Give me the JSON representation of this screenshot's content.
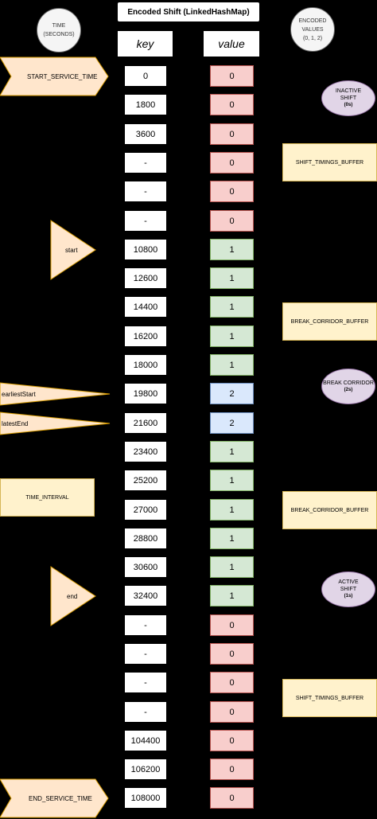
{
  "title": "Encoded Shift (LinkedHashMap)",
  "headers": {
    "key": "key",
    "value": "value"
  },
  "time_legend": "TIME (SECONDS)",
  "encoded_legend": {
    "line1": "ENCODED",
    "line2": "VALUES",
    "line3": "(0, 1, 2)"
  },
  "rows": [
    {
      "key": "0",
      "value": "0"
    },
    {
      "key": "1800",
      "value": "0"
    },
    {
      "key": "3600",
      "value": "0"
    },
    {
      "key": "-",
      "value": "0"
    },
    {
      "key": "-",
      "value": "0"
    },
    {
      "key": "-",
      "value": "0"
    },
    {
      "key": "10800",
      "value": "1"
    },
    {
      "key": "12600",
      "value": "1"
    },
    {
      "key": "14400",
      "value": "1"
    },
    {
      "key": "16200",
      "value": "1"
    },
    {
      "key": "18000",
      "value": "1"
    },
    {
      "key": "19800",
      "value": "2"
    },
    {
      "key": "21600",
      "value": "2"
    },
    {
      "key": "23400",
      "value": "1"
    },
    {
      "key": "25200",
      "value": "1"
    },
    {
      "key": "27000",
      "value": "1"
    },
    {
      "key": "28800",
      "value": "1"
    },
    {
      "key": "30600",
      "value": "1"
    },
    {
      "key": "32400",
      "value": "1"
    },
    {
      "key": "-",
      "value": "0"
    },
    {
      "key": "-",
      "value": "0"
    },
    {
      "key": "-",
      "value": "0"
    },
    {
      "key": "-",
      "value": "0"
    },
    {
      "key": "104400",
      "value": "0"
    },
    {
      "key": "106200",
      "value": "0"
    },
    {
      "key": "108000",
      "value": "0"
    }
  ],
  "left_labels": {
    "start_service_time": "START_SERVICE_TIME",
    "start": "start",
    "earliest_start": "earliestStart",
    "latest_end": "latestEnd",
    "time_interval": "TIME_INTERVAL",
    "end": "end",
    "end_service_time": "END_SERVICE_TIME"
  },
  "buffers": {
    "shift_timings_top": "SHIFT_TIMINGS_BUFFER",
    "break_corridor_1": "BREAK_CORRIDOR_BUFFER",
    "break_corridor_2": "BREAK_CORRIDOR_BUFFER",
    "shift_timings_bottom": "SHIFT_TIMINGS_BUFFER"
  },
  "shift_types": {
    "inactive": {
      "line1": "INACTIVE",
      "line2": "SHIFT",
      "code": "(0s)"
    },
    "break": {
      "line1": "BREAK CORRIDOR",
      "code": "(2s)"
    },
    "active": {
      "line1": "ACTIVE",
      "line2": "SHIFT",
      "code": "(1s)"
    }
  },
  "colors": {
    "value_0_fill": "#f8cecc",
    "value_1_fill": "#d5e8d4",
    "value_2_fill": "#dae8fc",
    "buffer_fill": "#fff2cc",
    "shift_type_fill": "#e1d5e7",
    "background": "#000000"
  }
}
